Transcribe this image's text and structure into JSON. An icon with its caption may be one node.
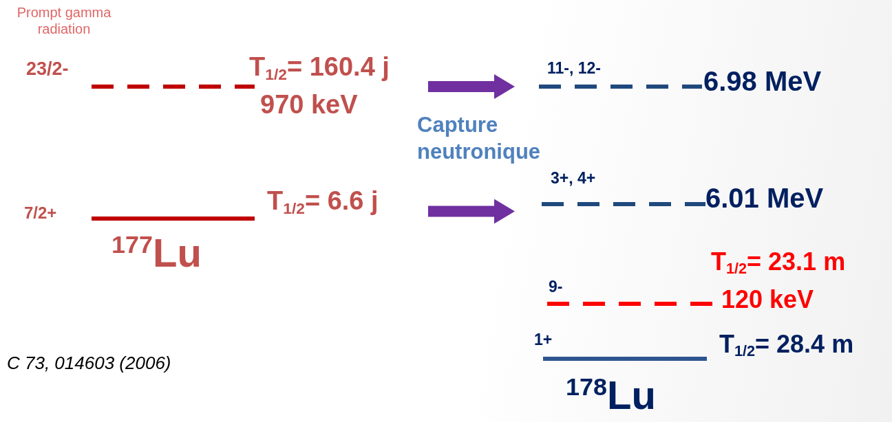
{
  "diagram": {
    "nodes": [
      {
        "text": [
          "23/2-"
        ],
        "beside": [
          "T$_{1/2}$= 160.4 j",
          "970 keV"
        ]
      },
      {
        "text": [
          "7/2+"
        ],
        "beside": [
          "T$_{1/2}$= 6.6 j"
        ]
      },
      {
        "text": [
          "11-, 12-"
        ],
        "beside": [
          "6.98 MeV"
        ]
      },
      {
        "text": [
          "3+, 4+"
        ],
        "beside": [
          "6.01 MeV"
        ]
      },
      {
        "text": [
          "9-"
        ],
        "beside": [
          "T$_{1/2}$= 23.1 m",
          "120 keV"
        ]
      },
      {
        "text": [
          "1+"
        ],
        "beside": [
          "T$_{1/2}$= 28.4 m"
        ]
      }
    ],
    "edges": [
      {
        "from": 0,
        "to": 2,
        "arrow": "to"
      },
      {
        "from": 1,
        "to": 3,
        "arrow": "to"
      }
    ],
    "labels": [
      "Prompt gamma radiation",
      "$^{177}$Lu",
      "Capture neutronique",
      "$^{178}$Lu",
      "C 73, 014603 (2006)"
    ]
  }
}
